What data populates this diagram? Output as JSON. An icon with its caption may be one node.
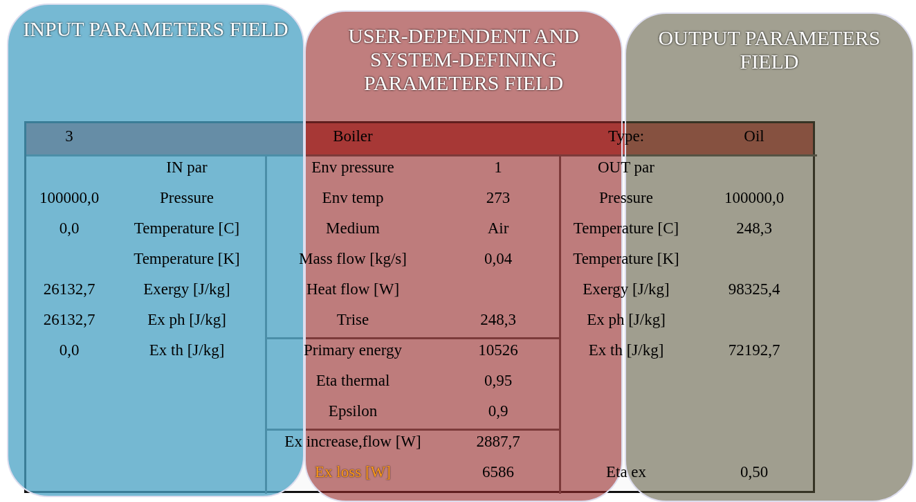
{
  "diagram": {
    "nodes": [
      {
        "text": [
          "INPUT PARAMETERS FIELD"
        ]
      },
      {
        "text": [
          "USER-DEPENDENT AND SYSTEM-DEFINING PARAMETERS FIELD"
        ]
      },
      {
        "text": [
          "OUTPUT PARAMETERS FIELD"
        ]
      }
    ],
    "edges": [],
    "labels": [
      "3",
      "Boiler",
      "Type:",
      "Oil",
      "IN par",
      "Env pressure",
      "1",
      "OUT par",
      "100000,0",
      "Pressure",
      "Env temp",
      "273",
      "Pressure",
      "100000,0",
      "0,0",
      "Temperature [C]",
      "Medium",
      "Air",
      "Temperature [C]",
      "248,3",
      "Temperature [K]",
      "Mass flow [kg/s]",
      "0,04",
      "Temperature [K]",
      "26132,7",
      "Exergy [J/kg]",
      "Heat flow [W]",
      "Exergy [J/kg]",
      "98325,4",
      "26132,7",
      "Ex ph [J/kg]",
      "Trise",
      "248,3",
      "Ex ph [J/kg]",
      "0,0",
      "Ex th [J/kg]",
      "Primary energy",
      "10526",
      "Ex th [J/kg]",
      "72192,7",
      "Eta thermal",
      "0,95",
      "Epsilon",
      "0,9",
      "Ex increase,flow [W]",
      "2887,7",
      "Ex loss [W]",
      "6586",
      "Eta ex",
      "0,50"
    ]
  }
}
